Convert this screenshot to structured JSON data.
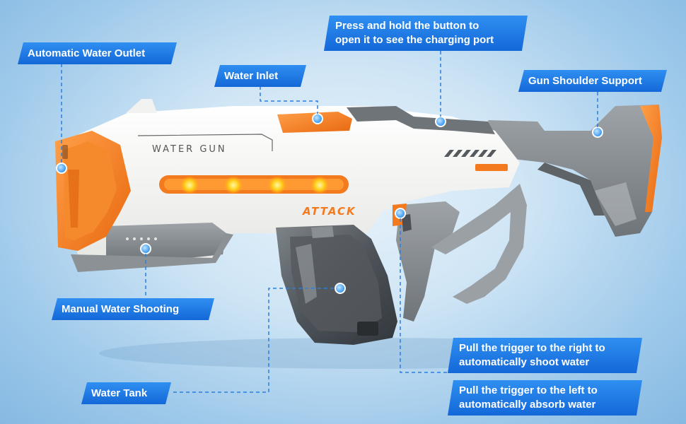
{
  "callouts": {
    "water_outlet": "Automatic Water Outlet",
    "water_inlet": "Water Inlet",
    "charging_line1": "Press and hold the button to",
    "charging_line2": "open it to see the charging port",
    "shoulder_support": "Gun Shoulder Support",
    "manual_shooting": "Manual Water Shooting",
    "water_tank": "Water Tank",
    "trigger_right_line1": "Pull the trigger to the right to",
    "trigger_right_line2": "automatically shoot water",
    "trigger_left_line1": "Pull the trigger to the left to",
    "trigger_left_line2": "automatically absorb water"
  },
  "product": {
    "brand_label": "WATER GUN",
    "model_label": "ATTACK"
  },
  "colors": {
    "callout_blue": "#1f7be6",
    "accent_orange": "#f47a1f",
    "body_white": "#f7f7f5",
    "grip_gray": "#8a8f94"
  }
}
